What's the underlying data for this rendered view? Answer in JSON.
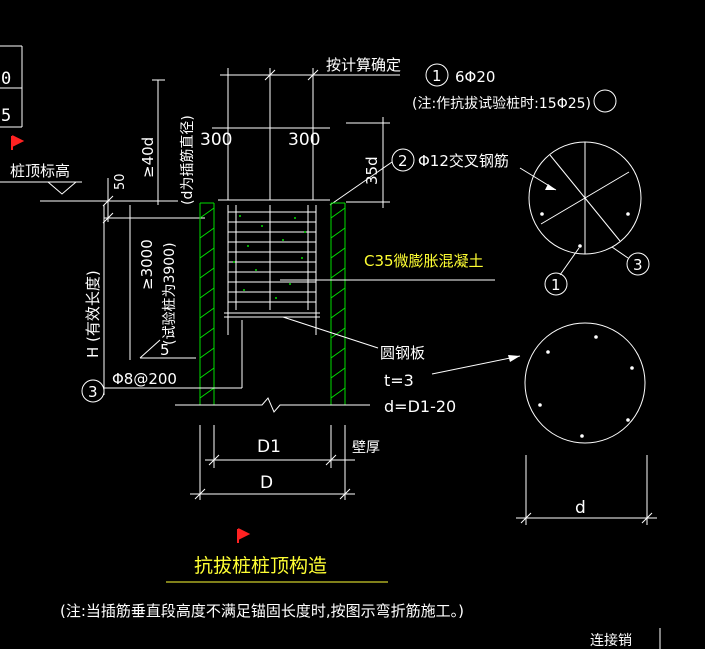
{
  "colors": {
    "background": "#000000",
    "lines": "#ffffff",
    "casing": "#00dd00",
    "highlight": "#ffff33",
    "flag": "#ff2222"
  },
  "labels": {
    "calc_note": "按计算确定",
    "rebar1_mark": "1",
    "rebar1_spec": "6Φ20",
    "rebar1_note": "(注:作抗拔试验桩时:15Φ25)",
    "dim_300_left": "300",
    "dim_300_right": "300",
    "anchor_40d": "≥40d",
    "anchor_note": "(d为插筋直径)",
    "dim_35d": "35d",
    "rebar2_mark": "2",
    "rebar2_spec": "Φ12交叉钢筋",
    "pile_top": "桩顶标高",
    "dim_50": "50",
    "concrete": "C35微膨胀混凝土",
    "dim_3000": "≥3000",
    "test_pile_note": "(试验桩为3900)",
    "effective_length": "H (有效长度)",
    "dim_5": "5",
    "rebar3_mark": "3",
    "stirrup_spec": "Φ8@200",
    "plate": "圆钢板",
    "plate_t": "t=3",
    "plate_d": "d=D1-20",
    "dim_D1": "D1",
    "dim_D": "D",
    "wall_thickness": "壁厚",
    "dim_d": "d",
    "circle1_mark1": "1",
    "circle1_mark3": "3",
    "title": "抗拔桩桩顶构造",
    "footnote": "(注:当插筋垂直段高度不满足锚固长度时,按图示弯折筋施工。)",
    "corner_text": "连接销",
    "frame_top_char": "0",
    "frame_bottom_char": "5"
  }
}
